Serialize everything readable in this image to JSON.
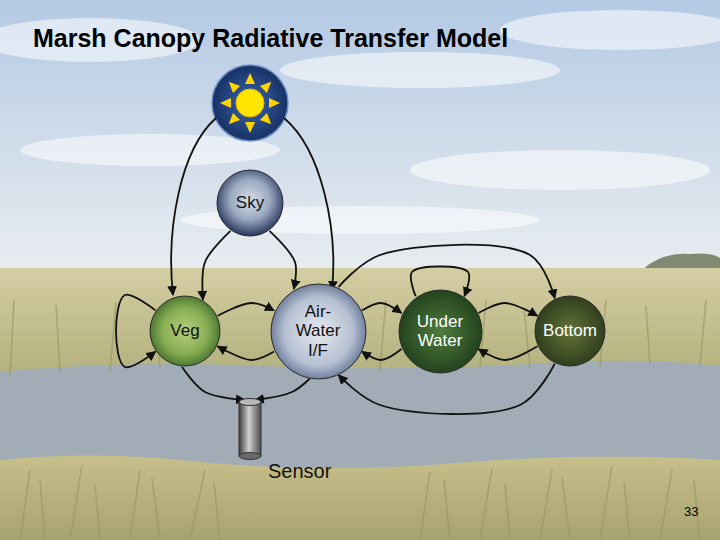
{
  "diagram": {
    "title": "Marsh Canopy Radiative Transfer Model",
    "nodes": [
      {
        "text": [
          "Sky"
        ]
      },
      {
        "text": [
          "Veg"
        ]
      },
      {
        "text": [
          "Air-Water I/F"
        ]
      },
      {
        "text": [
          "Under Water"
        ]
      },
      {
        "text": [
          "Bottom"
        ]
      },
      {
        "text": [
          "Sensor"
        ]
      }
    ],
    "edges": [
      {
        "from": 0,
        "to": 1,
        "arrow": "to"
      },
      {
        "from": 0,
        "to": 2,
        "arrow": "to"
      },
      {
        "from": 1,
        "to": 1,
        "arrow": "to"
      },
      {
        "from": 1,
        "to": 2,
        "arrow": "to"
      },
      {
        "from": 2,
        "to": 1,
        "arrow": "to"
      },
      {
        "from": 1,
        "to": 5,
        "arrow": "to"
      },
      {
        "from": 2,
        "to": 5,
        "arrow": "to"
      },
      {
        "from": 2,
        "to": 3,
        "arrow": "to"
      },
      {
        "from": 3,
        "to": 2,
        "arrow": "to"
      },
      {
        "from": 3,
        "to": 3,
        "arrow": "to"
      },
      {
        "from": 3,
        "to": 4,
        "arrow": "to"
      },
      {
        "from": 4,
        "to": 3,
        "arrow": "to"
      },
      {
        "from": 2,
        "to": 4,
        "arrow": "to"
      },
      {
        "from": 4,
        "to": 2,
        "arrow": "to"
      }
    ],
    "labels": [
      "33"
    ]
  }
}
